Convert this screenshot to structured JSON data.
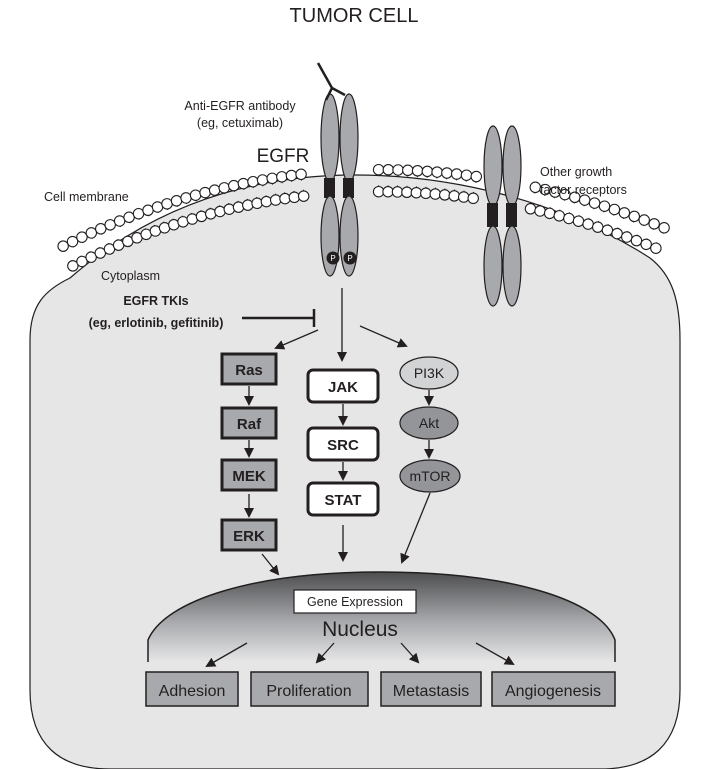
{
  "title": "TUMOR CELL",
  "labels": {
    "antibody_line1": "Anti-EGFR antibody",
    "antibody_line2": "(eg, cetuximab)",
    "egfr": "EGFR",
    "cell_membrane": "Cell membrane",
    "cytoplasm": "Cytoplasm",
    "other_receptors_line1": "Other growth",
    "other_receptors_line2": "factor receptors",
    "tki_line1": "EGFR TKIs",
    "tki_line2": "(eg, erlotinib, gefitinib)",
    "phospho": "P"
  },
  "pathways": {
    "ras_raf": [
      "Ras",
      "Raf",
      "MEK",
      "ERK"
    ],
    "jak_stat": [
      "JAK",
      "SRC",
      "STAT"
    ],
    "pi3k_akt": [
      "PI3K",
      "Akt",
      "mTOR"
    ]
  },
  "nucleus": {
    "label": "Nucleus",
    "gene_expression": "Gene Expression"
  },
  "outcomes": [
    "Adhesion",
    "Proliferation",
    "Metastasis",
    "Angiogenesis"
  ],
  "colors": {
    "cell_fill": "#e6e6e7",
    "receptor_fill": "#a7a9ac",
    "box_fill": "#a7a9ac",
    "pi3k_fill": "#d1d3d4",
    "akt_mtor_fill": "#939598",
    "stroke": "#231f20"
  }
}
